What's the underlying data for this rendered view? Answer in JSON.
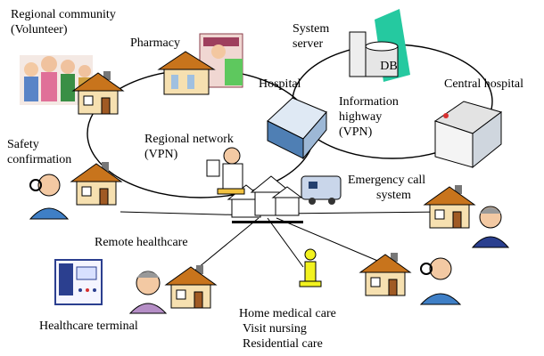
{
  "labels": {
    "regional_community": [
      "Regional community",
      "(Volunteer)"
    ],
    "pharmacy": "Pharmacy",
    "system_server": [
      "System",
      "server"
    ],
    "db": "DB",
    "hospital": "Hospital",
    "information_highway": [
      "Information",
      "highway",
      "(VPN)"
    ],
    "central_hospital": "Central hospital",
    "safety_confirmation": [
      "Safety",
      "confirmation"
    ],
    "regional_network": [
      "Regional network",
      "(VPN)"
    ],
    "emergency_call_system": [
      "Emergency call",
      "system"
    ],
    "remote_healthcare": "Remote healthcare",
    "healthcare_terminal": "Healthcare terminal",
    "home_medical_care": [
      "Home medical care",
      "Visit nursing",
      "Residential care"
    ]
  },
  "colors": {
    "house_roof": "#c8741c",
    "house_wall": "#f6e0b0",
    "hub_house": "#ffffff",
    "server_green": "#25c9a0",
    "hospital_blue": "#4f7fb4",
    "terminal_blue": "#2b3f8f",
    "person_yellow": "#f2f21f",
    "pharmacy_green": "#5ec85e"
  }
}
